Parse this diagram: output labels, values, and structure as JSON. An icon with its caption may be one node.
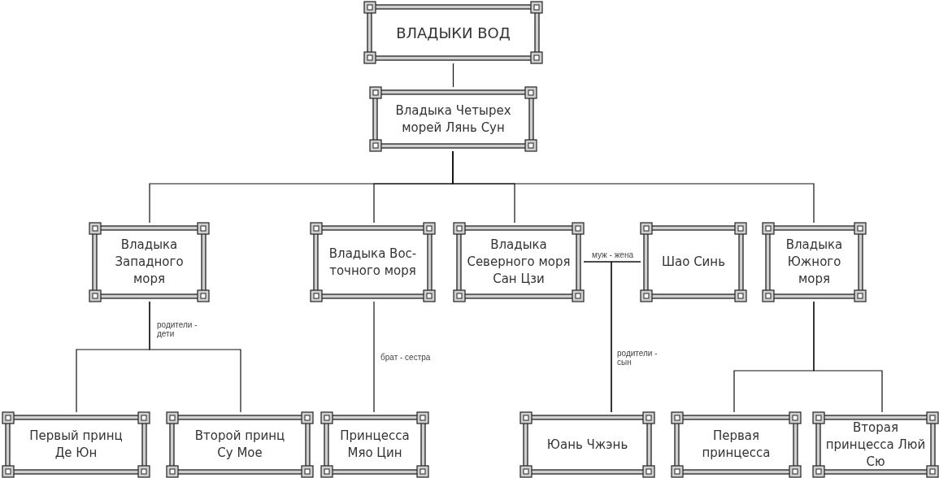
{
  "diagram": {
    "nodes": [
      {
        "text": [
          "ВЛАДЫКИ ВОД"
        ]
      },
      {
        "text": [
          "Владыка Четырех морей Лянь Сун"
        ]
      },
      {
        "text": [
          "Владыка Западного моря"
        ]
      },
      {
        "text": [
          "Владыка Вос-точного моря"
        ]
      },
      {
        "text": [
          "Владыка Северного моря Сан Цзи"
        ]
      },
      {
        "text": [
          "Шао Синь"
        ]
      },
      {
        "text": [
          "Владыка Южного моря"
        ]
      },
      {
        "text": [
          "Первый принц Де Юн"
        ]
      },
      {
        "text": [
          "Второй принц Су Мое"
        ]
      },
      {
        "text": [
          "Принцесса Мяо Цин"
        ]
      },
      {
        "text": [
          "Юань Чжэнь"
        ]
      },
      {
        "text": [
          "Первая принцесса"
        ]
      },
      {
        "text": [
          "Вторая принцесса Люй Сю"
        ]
      }
    ],
    "edges": [
      {
        "from": 0,
        "to": 1,
        "arrow": "none"
      },
      {
        "from": 1,
        "to": 2,
        "arrow": "none"
      },
      {
        "from": 1,
        "to": 3,
        "arrow": "none"
      },
      {
        "from": 1,
        "to": 4,
        "arrow": "none"
      },
      {
        "from": 1,
        "to": 6,
        "arrow": "none"
      },
      {
        "from": 4,
        "to": 5,
        "arrow": "none",
        "label": "муж - жена"
      },
      {
        "from": 2,
        "to": 7,
        "arrow": "none",
        "label": "родители - дети"
      },
      {
        "from": 2,
        "to": 8,
        "arrow": "none"
      },
      {
        "from": 3,
        "to": 9,
        "arrow": "none",
        "label": "брат - сестра"
      },
      {
        "from": 4,
        "to": 10,
        "arrow": "none",
        "label": "родители - сын"
      },
      {
        "from": 5,
        "to": 10,
        "arrow": "none"
      },
      {
        "from": 6,
        "to": 11,
        "arrow": "none"
      },
      {
        "from": 6,
        "to": 12,
        "arrow": "none"
      }
    ]
  }
}
